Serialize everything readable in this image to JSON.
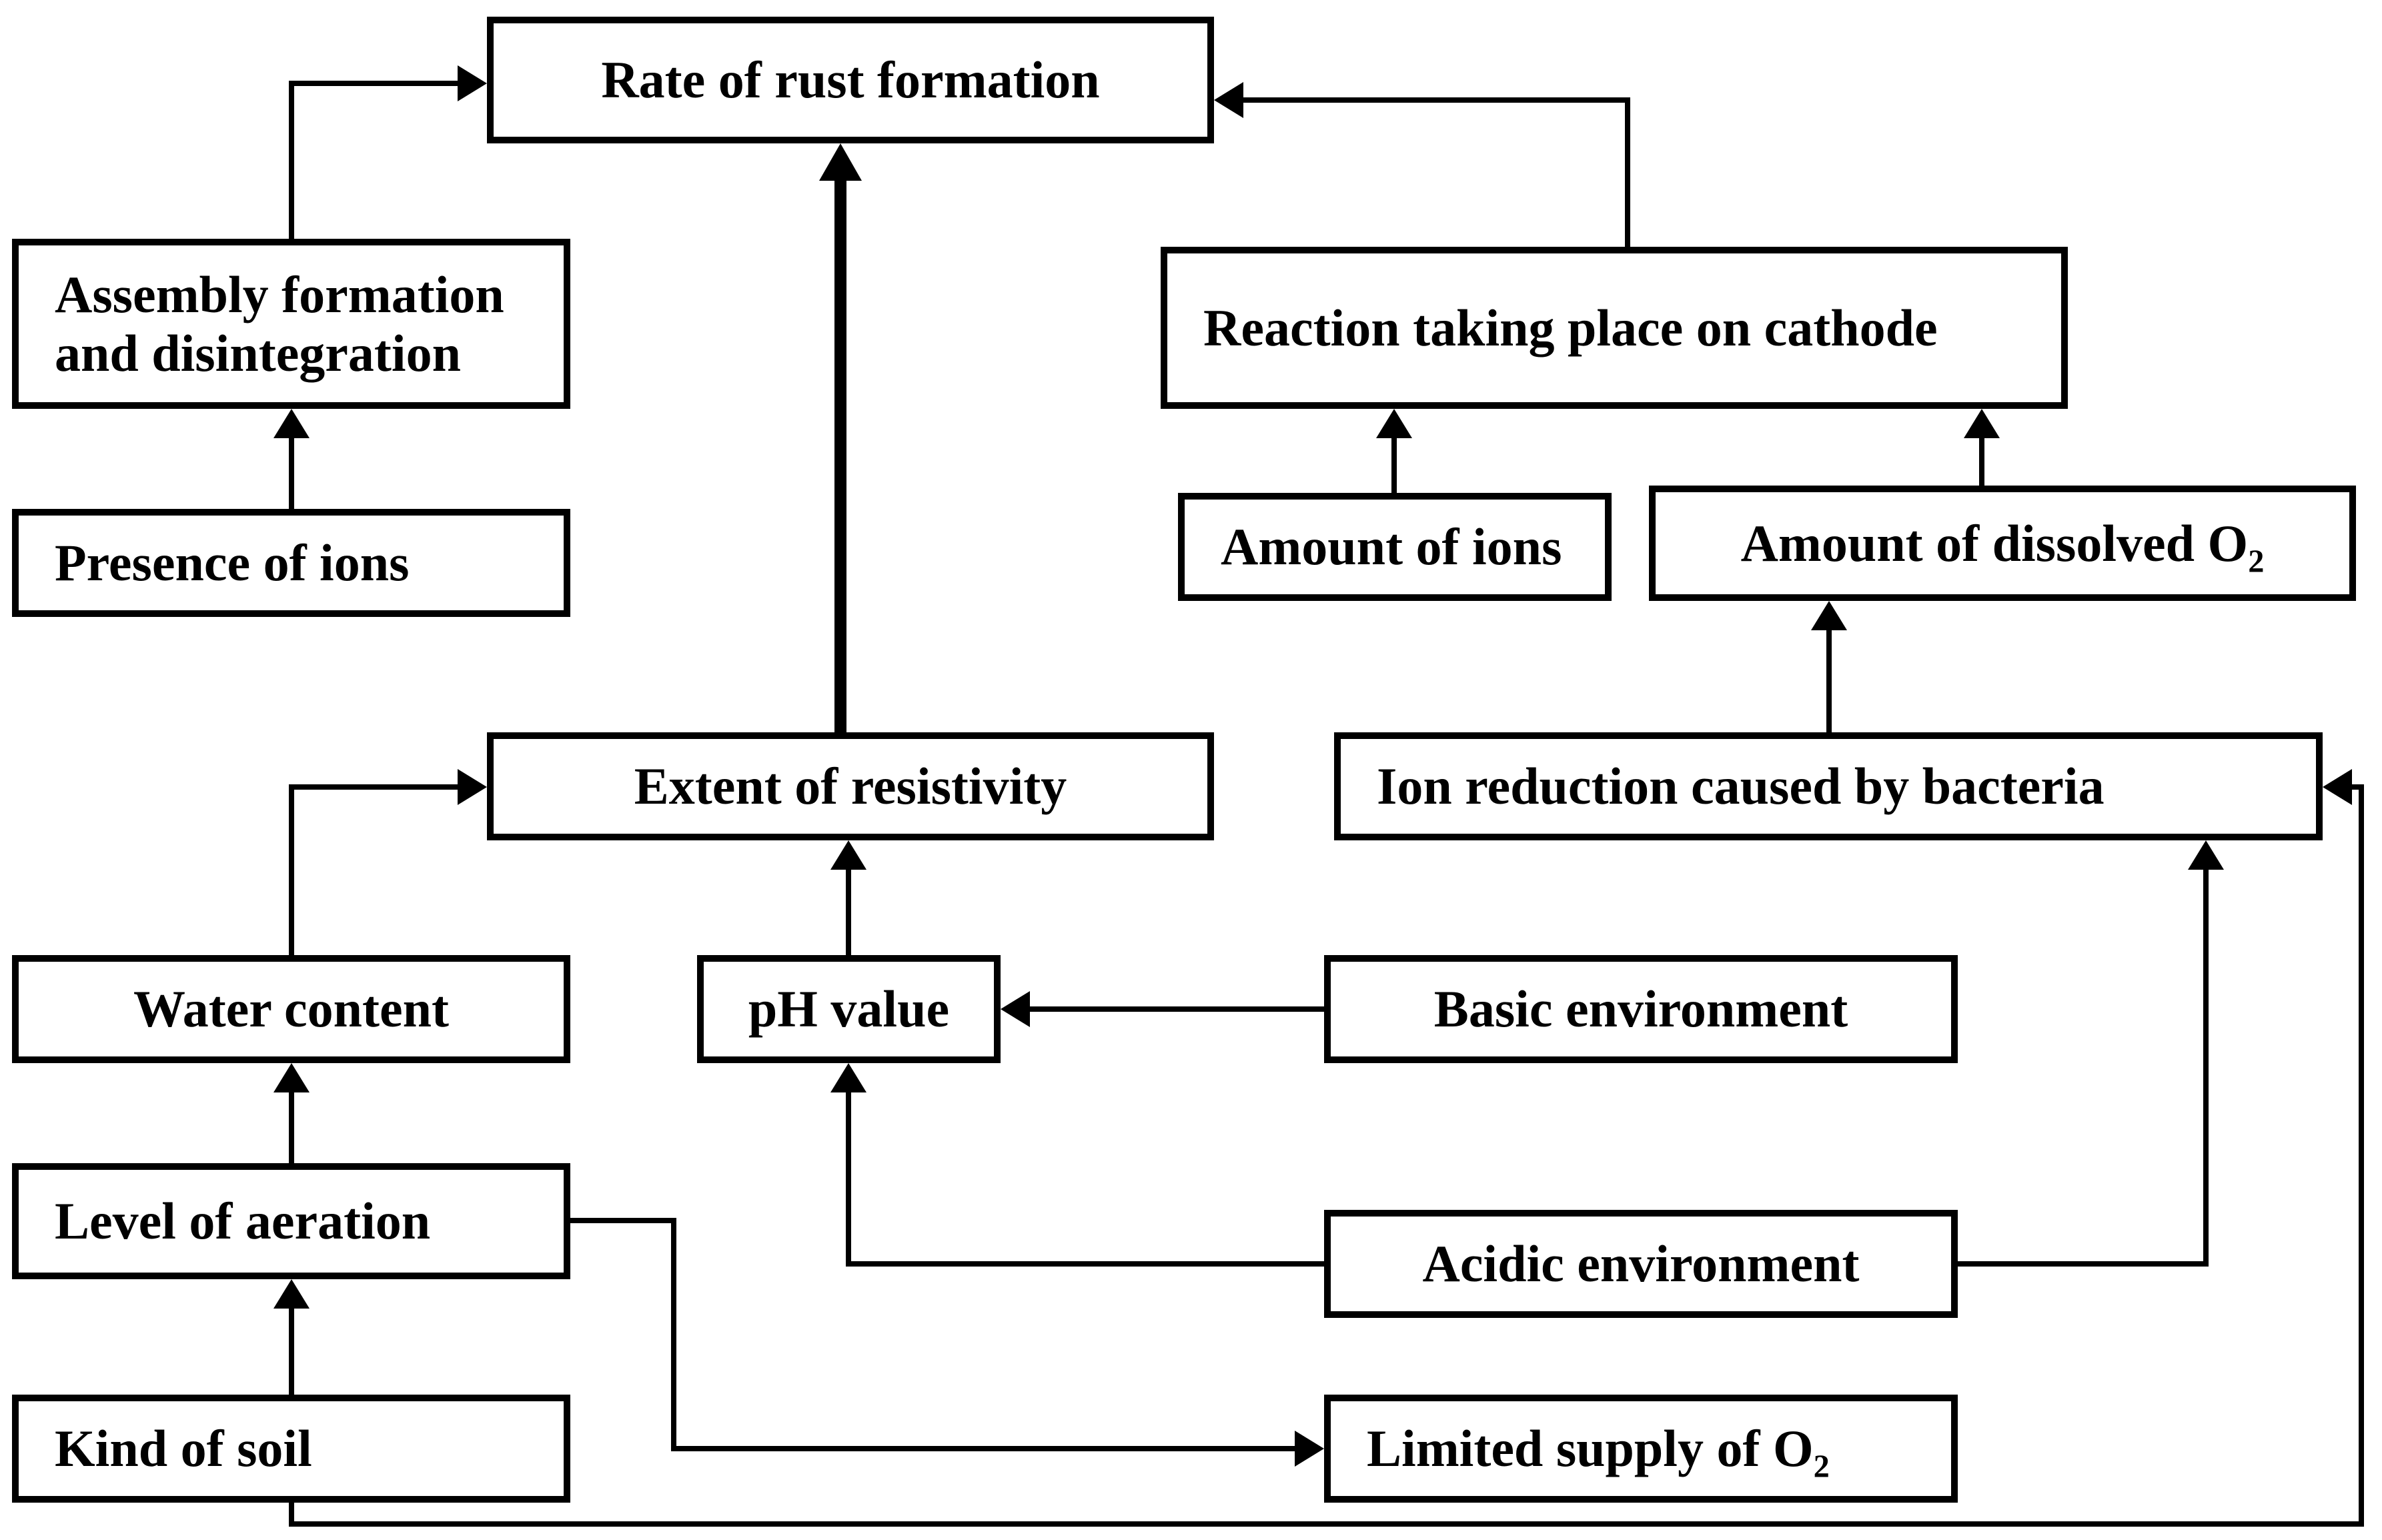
{
  "diagram": {
    "title": "Factors affecting rate of rust formation",
    "colors": {
      "line": "#000000",
      "background": "#ffffff",
      "box_border": "#000000",
      "text": "#000000"
    },
    "nodes": {
      "rate": {
        "label": "Rate of rust formation"
      },
      "assembly": {
        "label": "Assembly formation and disintegration"
      },
      "presence_ions": {
        "label": "Presence of ions"
      },
      "reaction": {
        "label": "Reaction taking place on cathode"
      },
      "amount_ions": {
        "label": "Amount of ions"
      },
      "amount_o2": {
        "label": "Amount of dissolved O",
        "label_sub": "2"
      },
      "extent": {
        "label": "Extent of resistivity"
      },
      "ion_reduction": {
        "label": "Ion reduction caused by bacteria"
      },
      "water": {
        "label": "Water content"
      },
      "ph": {
        "label": "pH value"
      },
      "basic": {
        "label": "Basic environment"
      },
      "level": {
        "label": "Level of aeration"
      },
      "acidic": {
        "label": "Acidic environment"
      },
      "kind": {
        "label": "Kind of soil"
      },
      "limited_o2": {
        "label": "Limited supply of O",
        "label_sub": "2"
      }
    },
    "edges": [
      {
        "from": "assembly",
        "to": "rate"
      },
      {
        "from": "presence_ions",
        "to": "assembly"
      },
      {
        "from": "extent",
        "to": "rate",
        "emphasis": "thick"
      },
      {
        "from": "reaction",
        "to": "rate"
      },
      {
        "from": "amount_ions",
        "to": "reaction"
      },
      {
        "from": "amount_o2",
        "to": "reaction"
      },
      {
        "from": "ion_reduction",
        "to": "amount_o2"
      },
      {
        "from": "water",
        "to": "extent"
      },
      {
        "from": "ph",
        "to": "extent"
      },
      {
        "from": "basic",
        "to": "ph"
      },
      {
        "from": "acidic",
        "to": "ph"
      },
      {
        "from": "acidic",
        "to": "ion_reduction"
      },
      {
        "from": "level",
        "to": "water"
      },
      {
        "from": "level",
        "to": "limited_o2"
      },
      {
        "from": "kind",
        "to": "level"
      },
      {
        "from": "kind",
        "to": "ion_reduction"
      }
    ]
  }
}
